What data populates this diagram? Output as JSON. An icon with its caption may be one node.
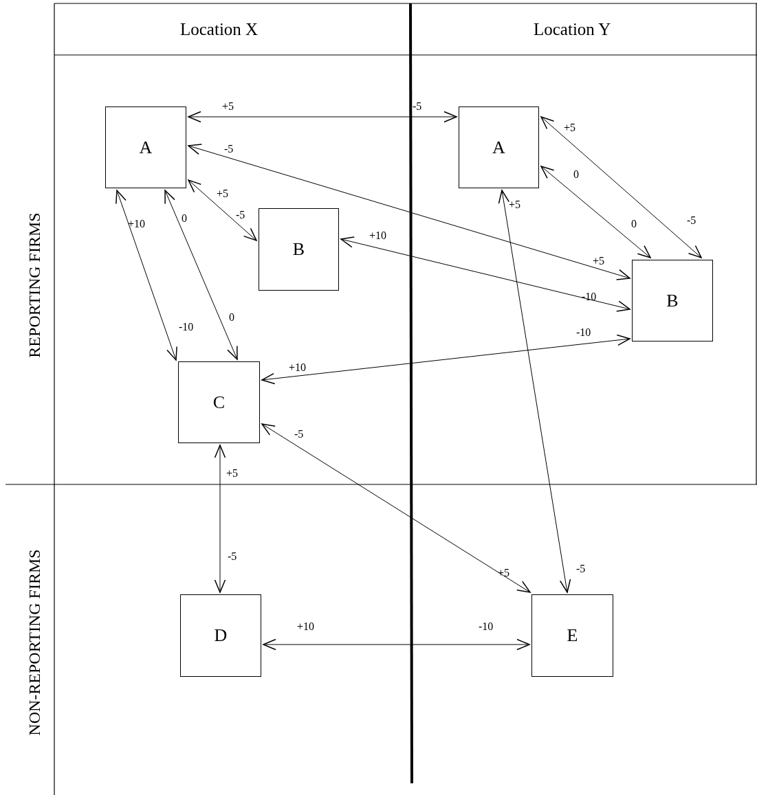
{
  "diagram": {
    "nodes": [
      {
        "text": [
          "A"
        ]
      },
      {
        "text": [
          "A"
        ]
      },
      {
        "text": [
          "B"
        ]
      },
      {
        "text": [
          "B"
        ]
      },
      {
        "text": [
          "C"
        ]
      },
      {
        "text": [
          "D"
        ]
      },
      {
        "text": [
          "E"
        ]
      }
    ],
    "edges": [
      {
        "from": 0,
        "to": 1,
        "arrow": "both"
      },
      {
        "from": 0,
        "to": 3,
        "arrow": "both"
      },
      {
        "from": 0,
        "to": 2,
        "arrow": "both"
      },
      {
        "from": 0,
        "to": 4,
        "arrow": "both"
      },
      {
        "from": 0,
        "to": 4,
        "arrow": "both"
      },
      {
        "from": 1,
        "to": 3,
        "arrow": "both"
      },
      {
        "from": 1,
        "to": 3,
        "arrow": "both"
      },
      {
        "from": 2,
        "to": 3,
        "arrow": "both"
      },
      {
        "from": 4,
        "to": 3,
        "arrow": "both"
      },
      {
        "from": 1,
        "to": 6,
        "arrow": "both"
      },
      {
        "from": 4,
        "to": 6,
        "arrow": "both"
      },
      {
        "from": 4,
        "to": 5,
        "arrow": "both"
      },
      {
        "from": 5,
        "to": 6,
        "arrow": "both"
      }
    ],
    "labels": [
      "Location X",
      "Location Y",
      "REPORTING FIRMS",
      "NON-REPORTING FIRMS",
      "+5",
      "-5",
      "+5",
      "-5",
      "0",
      "+5",
      "-5",
      "+10",
      "0",
      "+5",
      "+10",
      "0",
      "-5",
      "+5",
      "-10",
      "-10",
      "0",
      "-10",
      "+10",
      "-5",
      "+5",
      "-5",
      "+5",
      "-5",
      "+10",
      "-10"
    ]
  }
}
